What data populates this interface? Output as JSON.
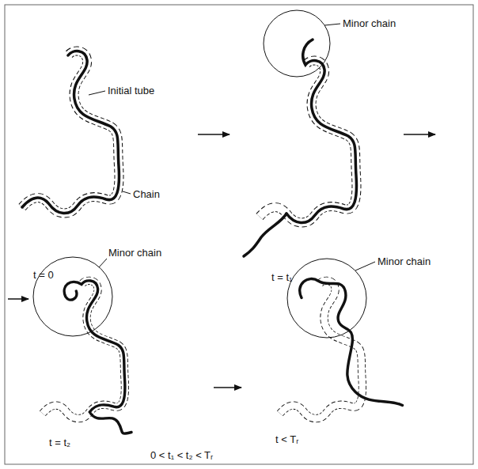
{
  "diagram": {
    "labels": [
      "Initial tube",
      "Chain",
      "t = 0",
      "Minor chain",
      "t = t₁",
      "Minor chain",
      "t = t₂",
      "Minor chain",
      "t < Tᵣ",
      "0 < t₁ < t₂ < Tᵣ"
    ]
  }
}
